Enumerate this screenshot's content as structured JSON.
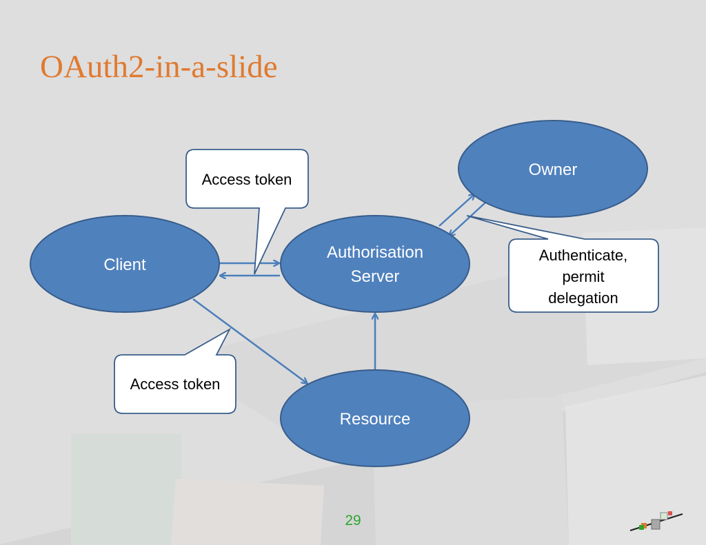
{
  "slide": {
    "title": "OAuth2-in-a-slide",
    "page_number": "29"
  },
  "diagram": {
    "nodes": {
      "client": "Client",
      "auth_server_line1": "Authorisation",
      "auth_server_line2": "Server",
      "owner": "Owner",
      "resource": "Resource"
    },
    "callouts": {
      "access_token_top": "Access token",
      "access_token_bottom": "Access token",
      "authenticate_line1": "Authenticate,",
      "authenticate_line2": "permit",
      "authenticate_line3": "delegation"
    }
  },
  "colors": {
    "title": "#e07a2f",
    "node_fill": "#4f81bd",
    "node_stroke": "#385d8a",
    "arrow": "#4a7ebb",
    "page_number": "#2ea62e"
  }
}
